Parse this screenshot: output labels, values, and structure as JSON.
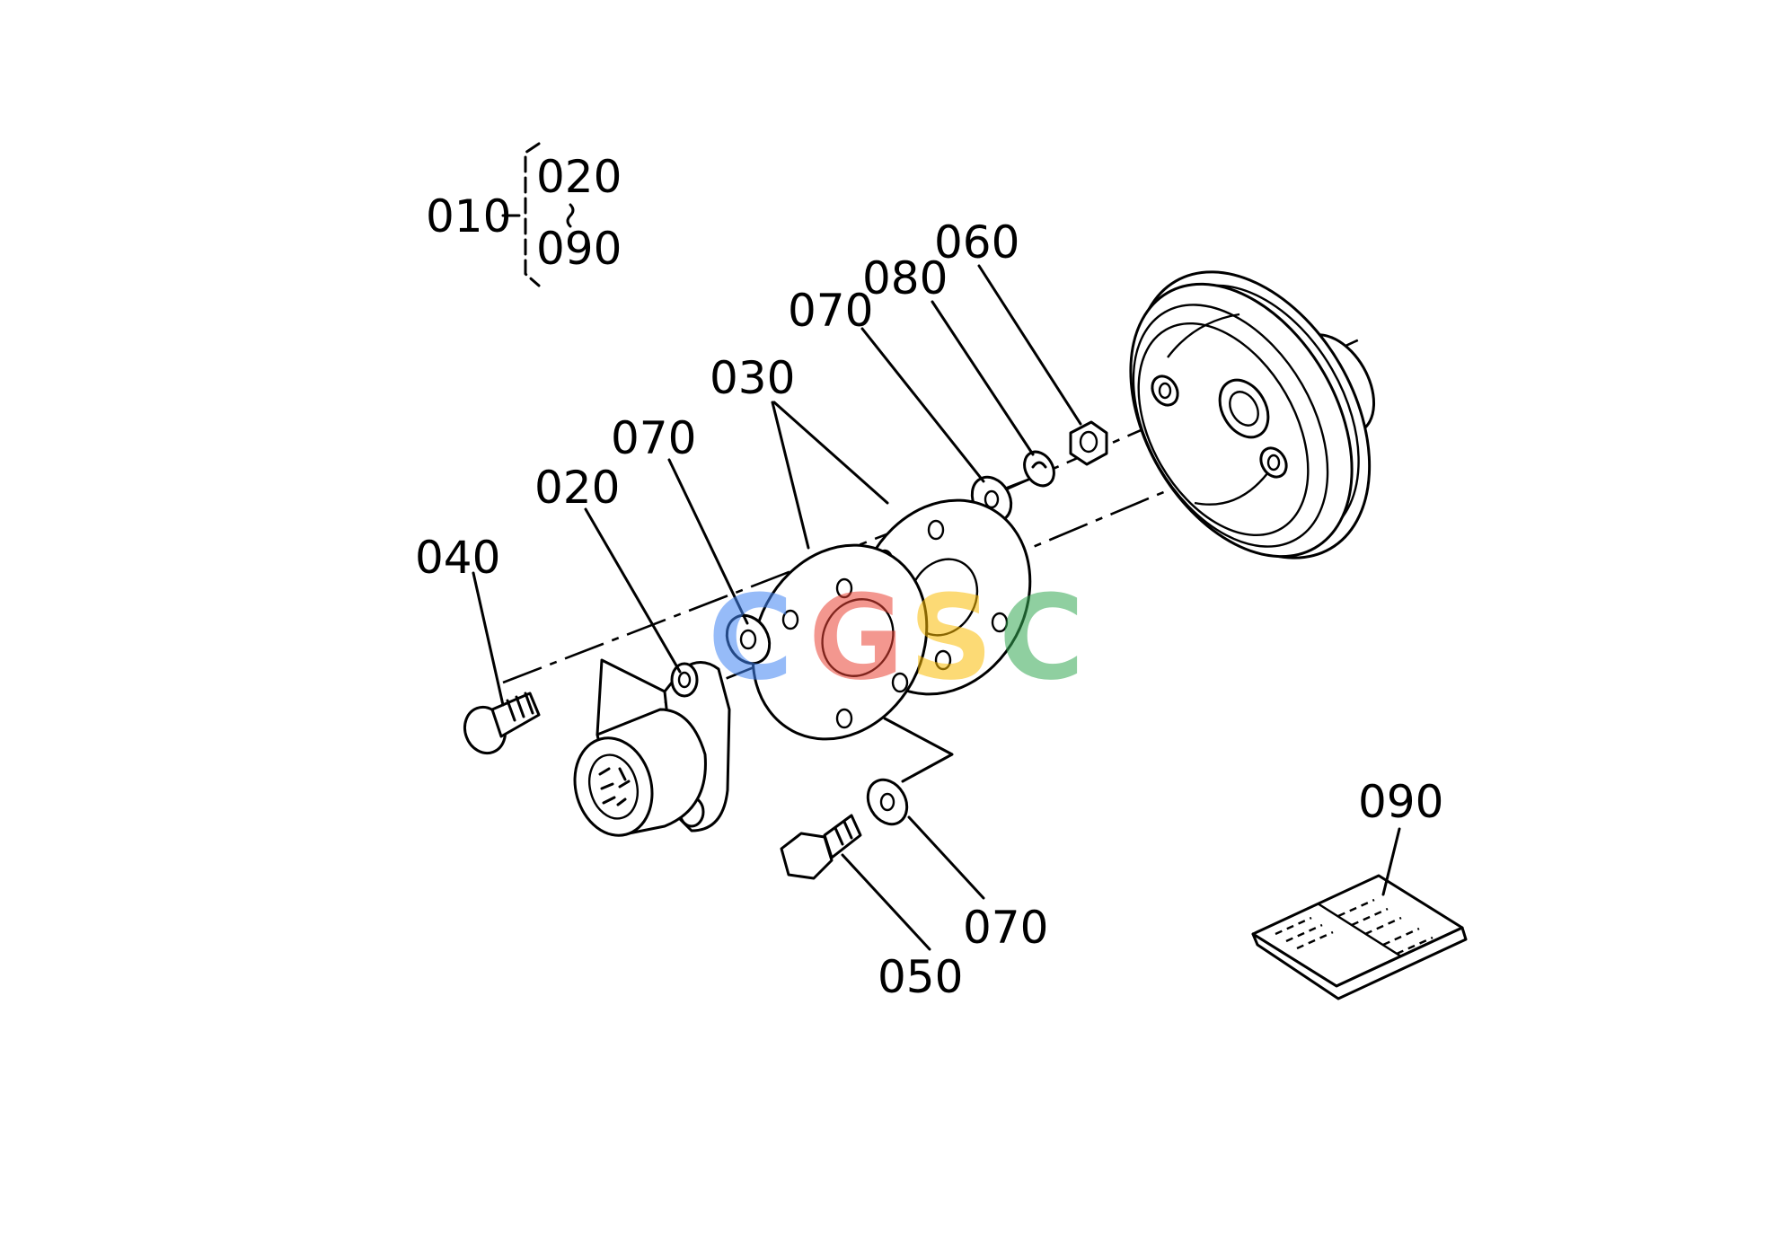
{
  "labels": {
    "assembly": "010",
    "range_start": "020",
    "range_end": "090",
    "coupling": "020",
    "bolt_left": "040",
    "washer_left": "070",
    "plates": "030",
    "washer_top": "070",
    "spring_washer": "080",
    "nut": "060",
    "bolt_bottom": "050",
    "washer_bottom": "070",
    "manual": "090"
  },
  "watermark": {
    "letters": [
      "C",
      "G",
      "S",
      "C"
    ],
    "colors": [
      "#4285f4",
      "#ea4335",
      "#fbbc05",
      "#34a853"
    ]
  }
}
